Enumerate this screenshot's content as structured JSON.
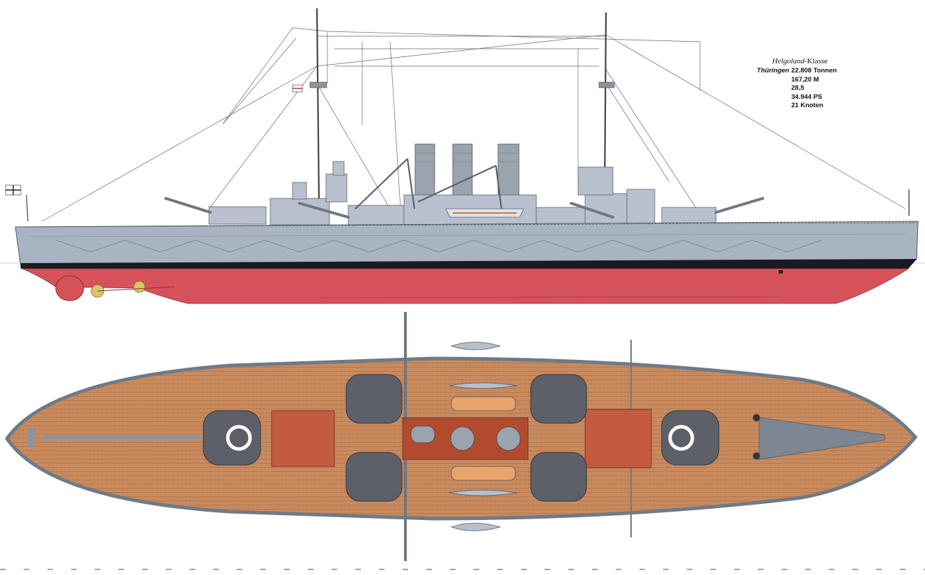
{
  "spec": {
    "class_name": "Helgoland",
    "class_suffix": "-Klasse",
    "ship_name": "Thüringen",
    "displacement": "22.808 Tonnen",
    "length": "167,20 M",
    "beam": "28,5",
    "power": "34.944 PS",
    "speed": "21 Knoten"
  },
  "colors": {
    "hull_grey": "#a9b4c2",
    "superstructure_grey": "#b7c0cc",
    "waterline_black": "#1a1a24",
    "antifouling_red": "#d6525a",
    "deck_wood": "#c98a5e",
    "turret_dark": "#5d6068",
    "bridge_rust": "#b24a2e",
    "funnel_grey": "#9aa3ae"
  },
  "hull_profile": {
    "wing_turret_count": 4
  }
}
